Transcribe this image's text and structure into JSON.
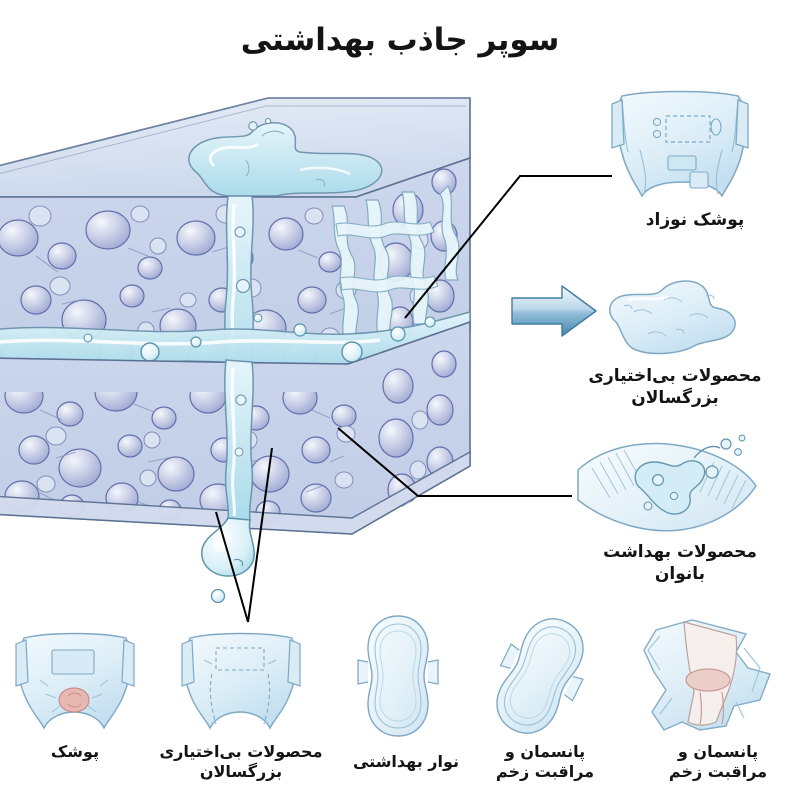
{
  "page": {
    "title": "سوپر جاذب بهداشتی",
    "background": "#ffffff",
    "text_color": "#141414"
  },
  "colors": {
    "foam_fill": "#c3cfe8",
    "foam_top": "#dbe5f3",
    "bubble_purple": "#8d93c7",
    "bubble_light": "#c9d3ea",
    "liquid": "#cfeaf2",
    "liquid_dark": "#9fd4e4",
    "outline": "#5b7192",
    "product_fill": "#dff0f8",
    "product_outline": "#7ea8c4",
    "accent_pink": "#e9b7b2",
    "arrow_dark": "#2d6a96",
    "arrow_light": "#e8f2f9",
    "leader_line": "#000000"
  },
  "diagram": {
    "center_block": {
      "name": "super-absorbent-cross-section",
      "layers": [
        "top-surface-layer",
        "upper-absorbent-core",
        "lower-absorbent-core"
      ],
      "liquid_flow": "liquid pooling on top surface, channeling down through core, dripping from bottom"
    },
    "arrow": {
      "direction": "right"
    }
  },
  "right_items": [
    {
      "label": "پوشک نوزاد",
      "icon": "baby-diaper-icon"
    },
    {
      "label": "محصولات بی‌اختیاری\nبزرگسالان",
      "line1": "محصولات بی‌اختیاری",
      "line2": "بزرگسالان",
      "icon": "adult-incontinence-pad-icon"
    },
    {
      "label": "محصولات بهداشت\nبانوان",
      "line1": "محصولات بهداشت",
      "line2": "بانوان",
      "icon": "feminine-hygiene-sheet-icon"
    }
  ],
  "bottom_items": [
    {
      "line1": "پوشک",
      "line2": "",
      "icon": "baby-diaper-pink-icon"
    },
    {
      "line1": "محصولات بی‌اختیاری",
      "line2": "بزرگسالان",
      "icon": "adult-diaper-icon"
    },
    {
      "line1": "نوار بهداشتی",
      "line2": "",
      "icon": "sanitary-pad-icon"
    },
    {
      "line1": "پانسمان و",
      "line2": "مراقبت زخم",
      "icon": "wound-pad-tilted-icon"
    },
    {
      "line1": "پانسمان و",
      "line2": "مراقبت زخم",
      "icon": "wound-dressing-icon"
    }
  ]
}
